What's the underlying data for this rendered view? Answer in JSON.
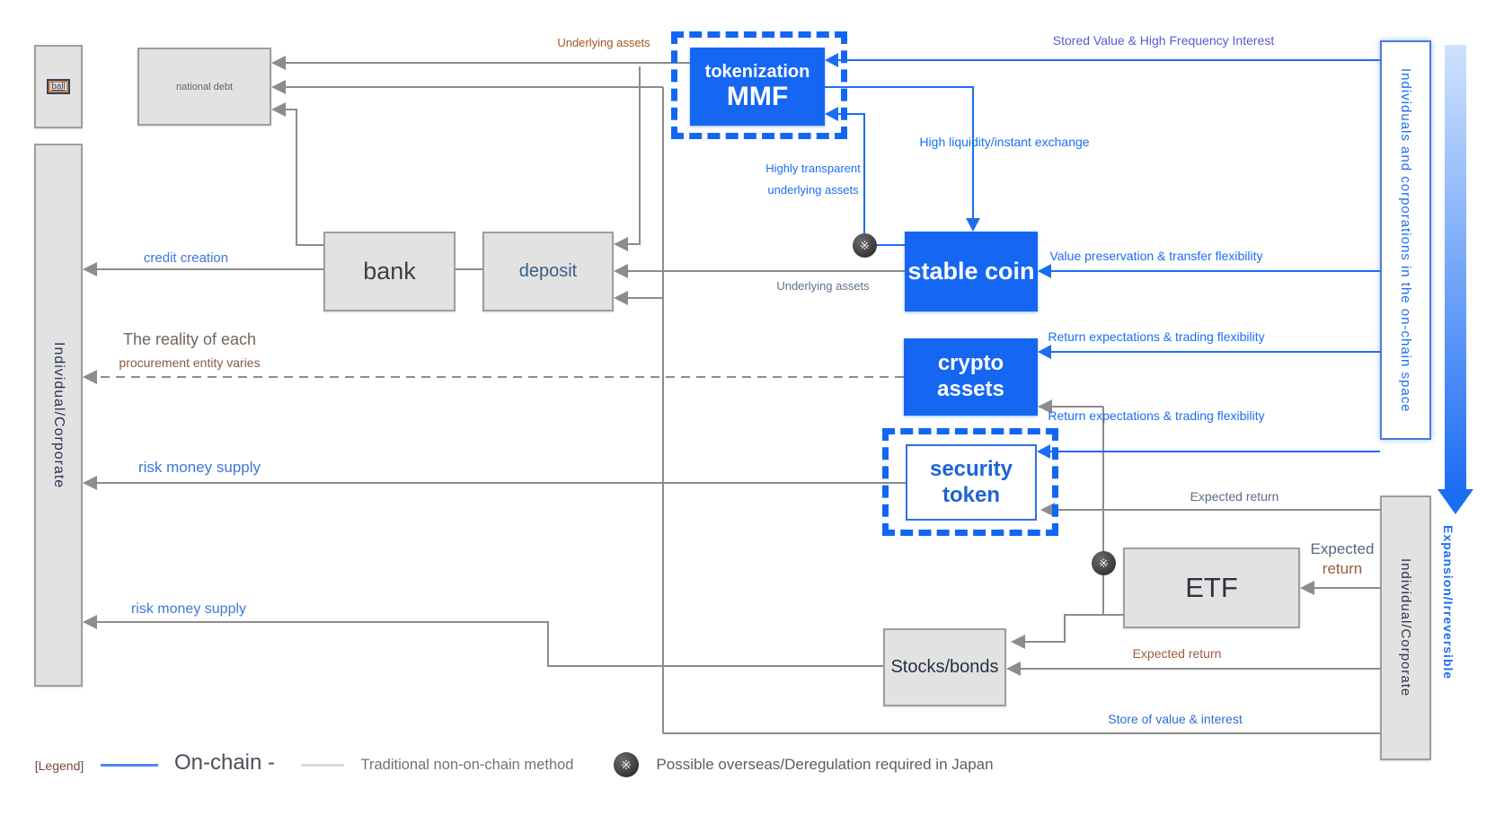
{
  "diagram": {
    "boxes": {
      "government_icon": "ball",
      "national_debt": "national debt",
      "bank": "bank",
      "deposit": "deposit",
      "mmf_line1": "tokenization",
      "mmf_line2": "MMF",
      "stable_coin": "stable coin",
      "crypto_line1": "crypto",
      "crypto_line2": "assets",
      "security_line1": "security",
      "security_line2": "token",
      "etf": "ETF",
      "stocks_bonds": "Stocks/bonds",
      "left_sidebar": "Individual/Corporate",
      "right_sidebar_top": "Individuals and corporations in the on-chain space",
      "right_sidebar_bottom": "Individual/Corporate",
      "expansion_arrow": "Expansion/Irreversible"
    },
    "labels": {
      "underlying_assets_top": "Underlying assets",
      "stored_value": "Stored Value & High Frequency Interest",
      "high_liquidity": "High liquidity/instant exchange",
      "highly_transparent_1": "Highly transparent",
      "highly_transparent_2": "underlying assets",
      "underlying_assets_mid": "Underlying assets",
      "value_preservation": "Value preservation & transfer flexibility",
      "return_expectations_1": "Return expectations & trading flexibility",
      "return_expectations_2": "Return expectations & trading flexibility",
      "credit_creation": "credit creation",
      "reality_1": "The reality of each",
      "reality_2": "procurement entity varies",
      "risk_money_1": "risk money supply",
      "risk_money_2": "risk money supply",
      "expected_return_token": "Expected return",
      "expected_etf_1": "Expected",
      "expected_etf_2": "return",
      "expected_return_stocks": "Expected return",
      "store_of_value": "Store of value & interest"
    },
    "legend": {
      "title": "[Legend]",
      "onchain_label": "On-chain -",
      "traditional_label": "Traditional non-on-chain method",
      "overseas_label": "Possible overseas/Deregulation required in Japan",
      "marker_glyph": "※"
    },
    "colors": {
      "onchain_blue": "#1b6ef3",
      "box_blue": "#1566f2",
      "gray_line": "#8c8c8c",
      "brown_label": "#a0522d",
      "violet_label": "#5b5bd6",
      "slate_label": "#5c6b8c",
      "blue_label": "#3b78d8"
    }
  }
}
